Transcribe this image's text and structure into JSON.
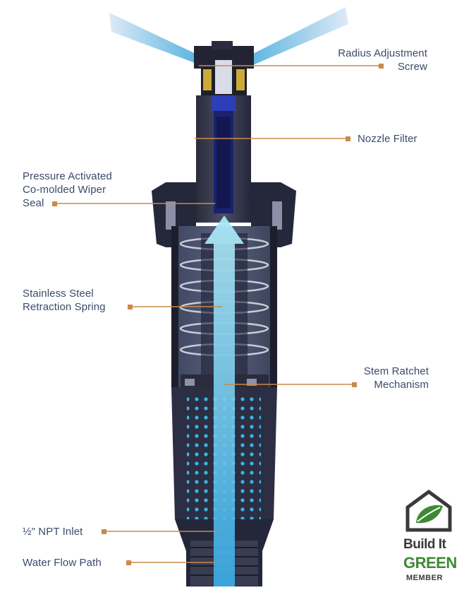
{
  "labels": {
    "radius_adjustment_line1": "Radius Adjustment",
    "radius_adjustment_line2": "Screw",
    "nozzle_filter": "Nozzle Filter",
    "wiper_seal_line1": "Pressure Activated",
    "wiper_seal_line2": "Co-molded Wiper",
    "wiper_seal_line3": "Seal",
    "spring_line1": "Stainless Steel",
    "spring_line2": "Retraction Spring",
    "ratchet_line1": "Stem Ratchet",
    "ratchet_line2": "Mechanism",
    "inlet": "½\" NPT Inlet",
    "water_flow": "Water Flow Path"
  },
  "badge": {
    "line1": "Build It",
    "line2": "GREEN",
    "line3": "MEMBER"
  },
  "colors": {
    "label_text": "#3b4a6b",
    "leader": "#c98a4b",
    "water": "#45b6e6",
    "body_dark": "#1b1d2a",
    "badge_green": "#3e8a34"
  }
}
